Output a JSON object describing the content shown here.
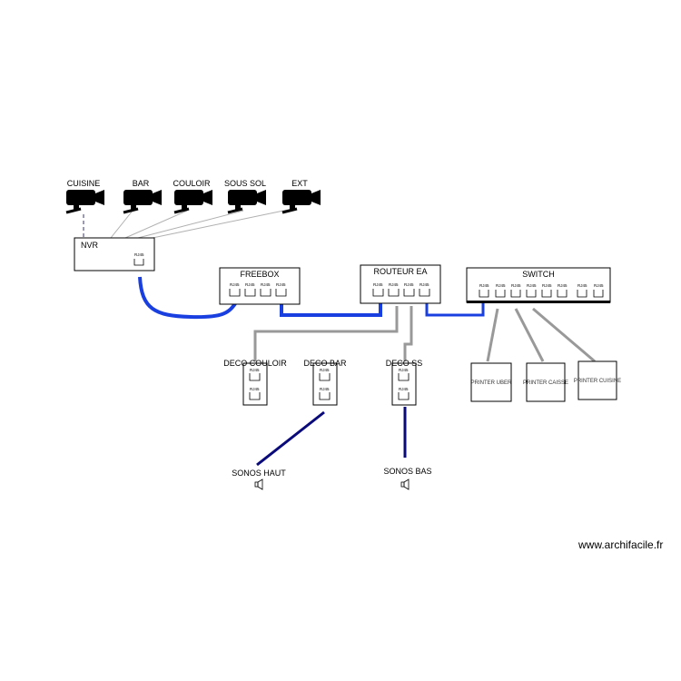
{
  "cameras": [
    {
      "label": "CUISINE",
      "icon": "video-camera-icon"
    },
    {
      "label": "BAR",
      "icon": "video-camera-icon"
    },
    {
      "label": "COULOIR",
      "icon": "video-camera-icon"
    },
    {
      "label": "SOUS SOL",
      "icon": "video-camera-icon"
    },
    {
      "label": "EXT",
      "icon": "video-camera-icon"
    }
  ],
  "nvr": {
    "label": "NVR",
    "port": "RJ45"
  },
  "freebox": {
    "label": "FREEBOX",
    "ports": [
      "RJ45",
      "RJ45",
      "RJ45",
      "RJ45"
    ]
  },
  "router": {
    "label": "ROUTEUR EA",
    "ports": [
      "RJ45",
      "RJ45",
      "RJ45",
      "RJ45"
    ]
  },
  "switch": {
    "label": "SWITCH",
    "ports": [
      "RJ45",
      "RJ45",
      "RJ45",
      "RJ45",
      "RJ45",
      "RJ45",
      "RJ45",
      "RJ45"
    ]
  },
  "decos": [
    {
      "label": "DECO COULOIR",
      "ports": [
        "RJ45",
        "RJ45"
      ]
    },
    {
      "label": "DECO BAR",
      "ports": [
        "RJ45",
        "RJ45"
      ]
    },
    {
      "label": "DECO SS",
      "ports": [
        "RJ45",
        "RJ45"
      ]
    }
  ],
  "printers": [
    {
      "label": "PRINTER UBER"
    },
    {
      "label": "PRINTER CAISSE"
    },
    {
      "label": "PRINTER CUISINE"
    }
  ],
  "speakers": [
    {
      "label": "SONOS HAUT",
      "icon": "speaker-icon"
    },
    {
      "label": "SONOS BAS",
      "icon": "speaker-icon"
    }
  ],
  "watermark": "www.archifacile.fr",
  "colors": {
    "ethernet_blue": "#1a3fe0",
    "speaker_navy": "#0a0a7a",
    "gray_cable": "#999999",
    "thin_cable": "#b0b0b0",
    "dashed_cable": "#9a9ab8"
  }
}
